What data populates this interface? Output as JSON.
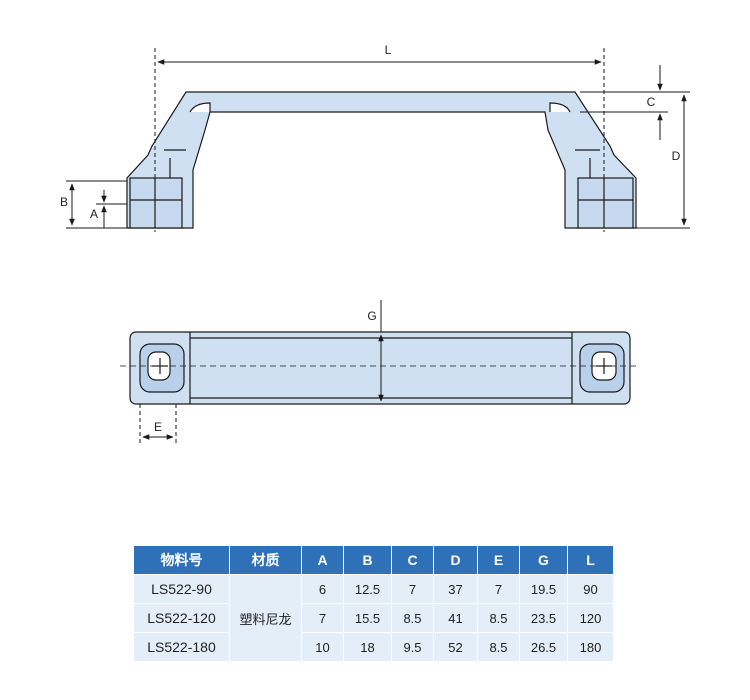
{
  "dimension_labels": {
    "L": "L",
    "C": "C",
    "D": "D",
    "B": "B",
    "A": "A",
    "G": "G",
    "E": "E"
  },
  "table": {
    "headers": [
      "物料号",
      "材质",
      "A",
      "B",
      "C",
      "D",
      "E",
      "G",
      "L"
    ],
    "material": "塑料尼龙",
    "rows": [
      {
        "model": "LS522-90",
        "values": [
          "6",
          "12.5",
          "7",
          "37",
          "7",
          "19.5",
          "90"
        ]
      },
      {
        "model": "LS522-120",
        "values": [
          "7",
          "15.5",
          "8.5",
          "41",
          "8.5",
          "23.5",
          "120"
        ]
      },
      {
        "model": "LS522-180",
        "values": [
          "10",
          "18",
          "9.5",
          "52",
          "8.5",
          "26.5",
          "180"
        ]
      }
    ]
  },
  "colors": {
    "handle_fill": "#cfe0f2",
    "outline": "#1a1a1a",
    "header_bg": "#2f71b8",
    "cell_bg": "#e3eef8"
  }
}
